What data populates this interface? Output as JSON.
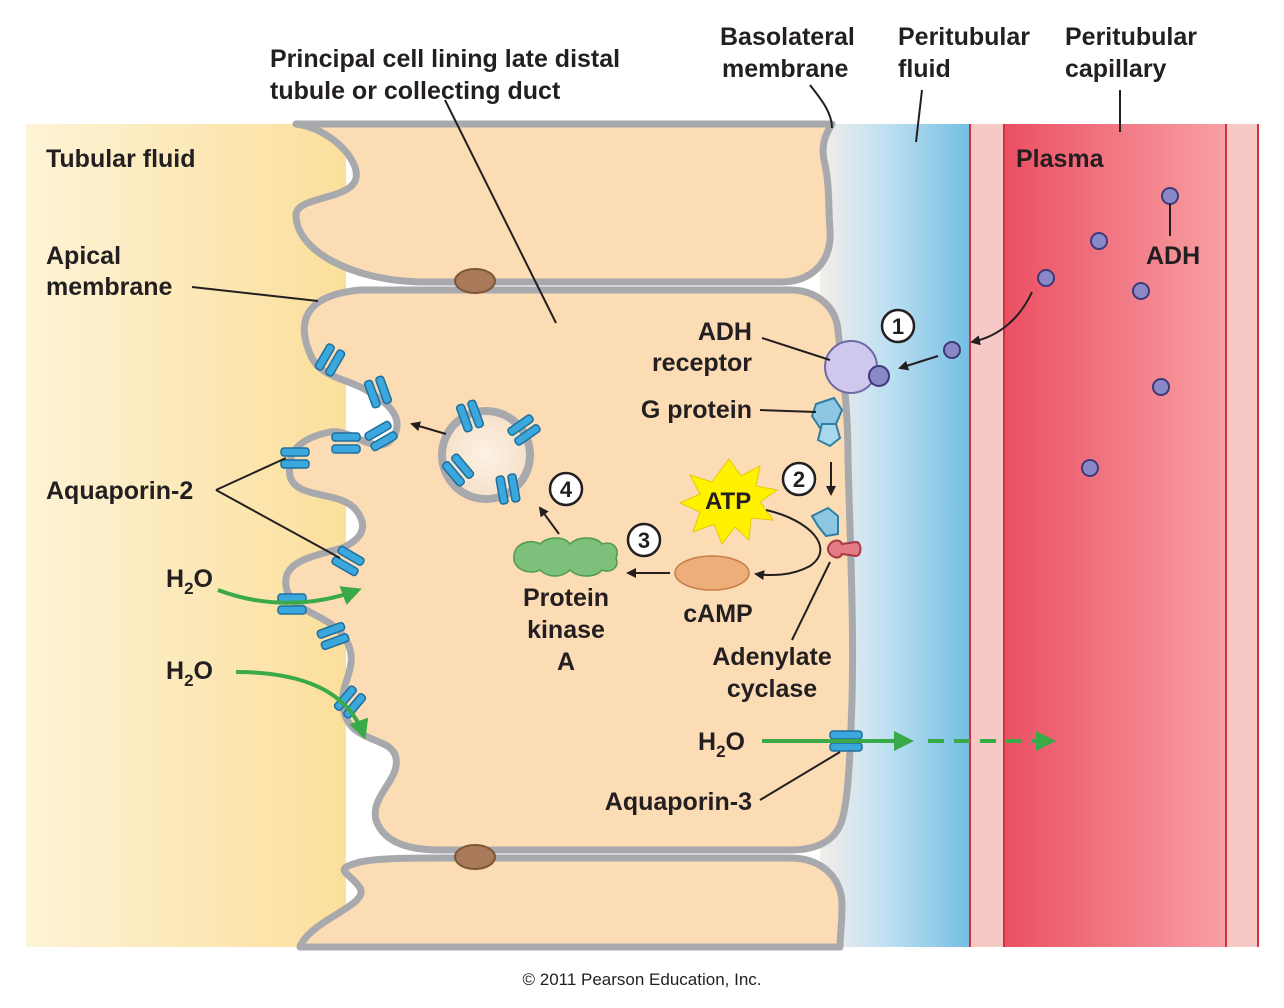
{
  "labels": {
    "principal_cell_line1": "Principal cell lining late distal",
    "principal_cell_line2": "tubule or collecting duct",
    "basolateral_line1": "Basolateral",
    "basolateral_line2": "membrane",
    "peritubular_fluid_line1": "Peritubular",
    "peritubular_fluid_line2": "fluid",
    "peritubular_capillary_line1": "Peritubular",
    "peritubular_capillary_line2": "capillary",
    "tubular_fluid": "Tubular fluid",
    "plasma": "Plasma",
    "adh": "ADH",
    "apical_line1": "Apical",
    "apical_line2": "membrane",
    "adh_receptor_line1": "ADH",
    "adh_receptor_line2": "receptor",
    "g_protein": "G protein",
    "aquaporin2": "Aquaporin-2",
    "atp": "ATP",
    "camp": "cAMP",
    "pka_line1": "Protein",
    "pka_line2": "kinase",
    "pka_line3": "A",
    "adenylate_line1": "Adenylate",
    "adenylate_line2": "cyclase",
    "h2o_main": "H",
    "h2o_sub": "2",
    "h2o_tail": "O",
    "aquaporin3": "Aquaporin-3",
    "copyright": "© 2011 Pearson Education, Inc."
  },
  "steps": [
    "1",
    "2",
    "3",
    "4"
  ],
  "colors": {
    "tubular_fluid": "#fbe3a6",
    "cell": "#fbdcb4",
    "membrane": "#a8a9ad",
    "peritubular_fluid": "#7ec3e4",
    "capillary_wall": "#f7c9c6",
    "plasma": "#ee5a6d",
    "aquaporin": "#3aa7dd",
    "adh_dot": "#8b88c8",
    "receptor": "#cfc7ec",
    "pka": "#7cc07b",
    "camp": "#eeae7c",
    "atp_star": "#fff200",
    "water_arrow": "#3aaa48",
    "junction": "#a97a5a"
  }
}
